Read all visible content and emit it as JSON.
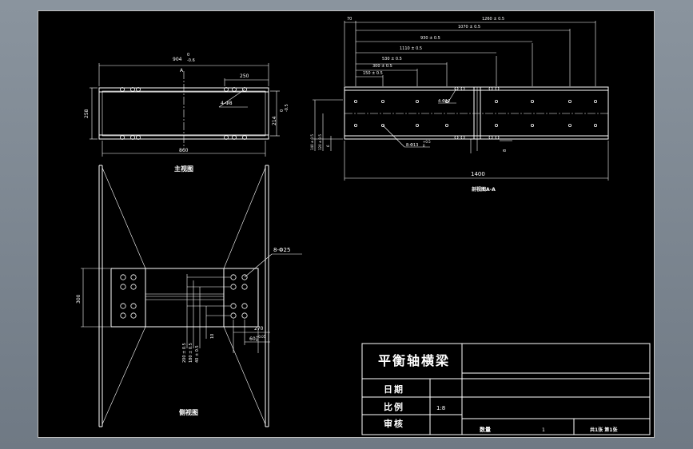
{
  "views": {
    "front_view_title": "主视图",
    "side_view_title": "侧视图",
    "section_view_title": "剖视图A-A",
    "section_marker": "A"
  },
  "front_dims": {
    "width_top": "904",
    "width_top_tol_upper": "0",
    "width_top_tol_lower": "-0.6",
    "offset_250": "250",
    "height_258": "258",
    "height_214": "214",
    "height_214_tol_upper": "0",
    "height_214_tol_lower": "-0.5",
    "holes_note": "4-Φ8",
    "width_bottom": "860"
  },
  "section_dims": {
    "d_1260": "1260 ± 0.5",
    "d_1070": "1070 ± 0.5",
    "d_930": "930 ± 0.5",
    "d_1110": "1110 ± 0.5",
    "d_530": "530 ± 0.5",
    "d_300": "300 ± 0.5",
    "d_150": "150 ± 0.5",
    "d_70": "70",
    "holes_note": "4-Φ12",
    "bore_note": "8-Φ13",
    "bore_tol_upper": "+0.5",
    "bore_tol_lower": "0",
    "left_v1": "140 ± 0.5",
    "left_v2": "120 ± 0.5",
    "left_v3": "6",
    "bottom_8": "8",
    "width_1400": "1400"
  },
  "side_dims": {
    "holes_note": "8-Φ25",
    "height_300": "300",
    "v1": "200 ± 0.5",
    "v2": "180 ± 0.5",
    "v3": "40 ± 0.5",
    "v4": "10",
    "r1": "270",
    "r2": "60",
    "r2_tol_upper": "+0.05",
    "r2_tol_lower": "0"
  },
  "title_block": {
    "drawing_title": "平衡轴横梁",
    "date_label": "日期",
    "scale_label": "比例",
    "scale_value": "1:8",
    "review_label": "审核",
    "quantity_label": "数量",
    "quantity_value": "1",
    "sheet_info": "共1张 第1张"
  }
}
